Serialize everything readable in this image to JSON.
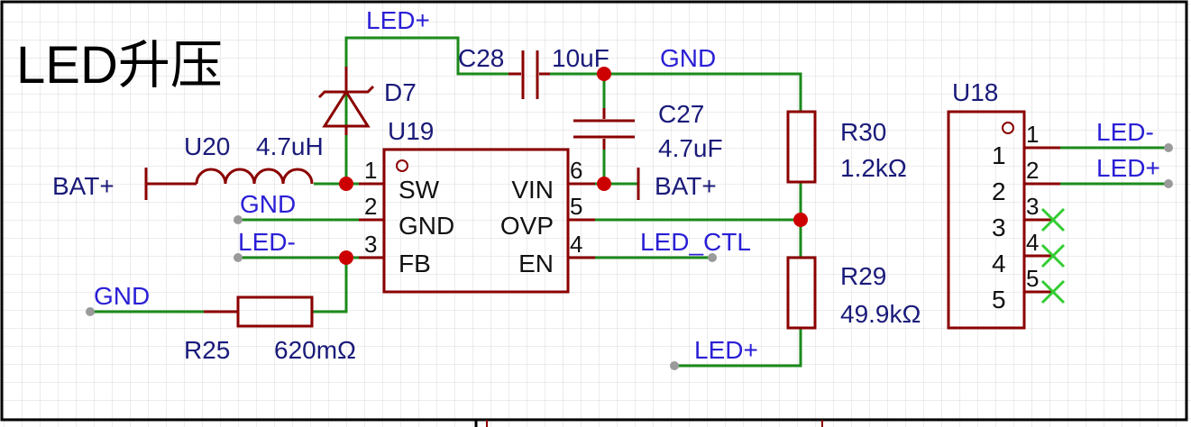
{
  "title": "LED升压",
  "colors": {
    "wire": "#1b8a1b",
    "component": "#8b0000",
    "net_label": "#2a1fd6",
    "designator": "#1a1a7a",
    "pin_number": "#111111",
    "junction": "#cc0000",
    "no_connect": "#33cc33",
    "grid": "#d8d8d8"
  },
  "net_labels": {
    "led_plus_top": "LED+",
    "gnd_top": "GND",
    "bat_plus_left": "BAT+",
    "gnd_left": "GND",
    "led_minus_left": "LED-",
    "gnd_bottom_left": "GND",
    "bat_plus_right": "BAT+",
    "led_ctl": "LED_CTL",
    "led_plus_bottom": "LED+",
    "led_minus_conn": "LED-",
    "led_plus_conn": "LED+"
  },
  "components": {
    "c28": {
      "designator": "C28",
      "value": "10uF"
    },
    "d7": {
      "designator": "D7"
    },
    "u19": {
      "designator": "U19",
      "pins_left": [
        {
          "num": "1",
          "name": "SW"
        },
        {
          "num": "2",
          "name": "GND"
        },
        {
          "num": "3",
          "name": "FB"
        }
      ],
      "pins_right": [
        {
          "num": "6",
          "name": "VIN"
        },
        {
          "num": "5",
          "name": "OVP"
        },
        {
          "num": "4",
          "name": "EN"
        }
      ]
    },
    "u20": {
      "designator": "U20",
      "value": "4.7uH"
    },
    "c27": {
      "designator": "C27",
      "value": "4.7uF"
    },
    "r30": {
      "designator": "R30",
      "value": "1.2kΩ"
    },
    "r29": {
      "designator": "R29",
      "value": "49.9kΩ"
    },
    "r25": {
      "designator": "R25",
      "value": "620mΩ"
    },
    "u18": {
      "designator": "U18",
      "pins": [
        {
          "num": "1",
          "name": "1"
        },
        {
          "num": "2",
          "name": "2"
        },
        {
          "num": "3",
          "name": "3"
        },
        {
          "num": "4",
          "name": "4"
        },
        {
          "num": "5",
          "name": "5"
        }
      ]
    }
  }
}
